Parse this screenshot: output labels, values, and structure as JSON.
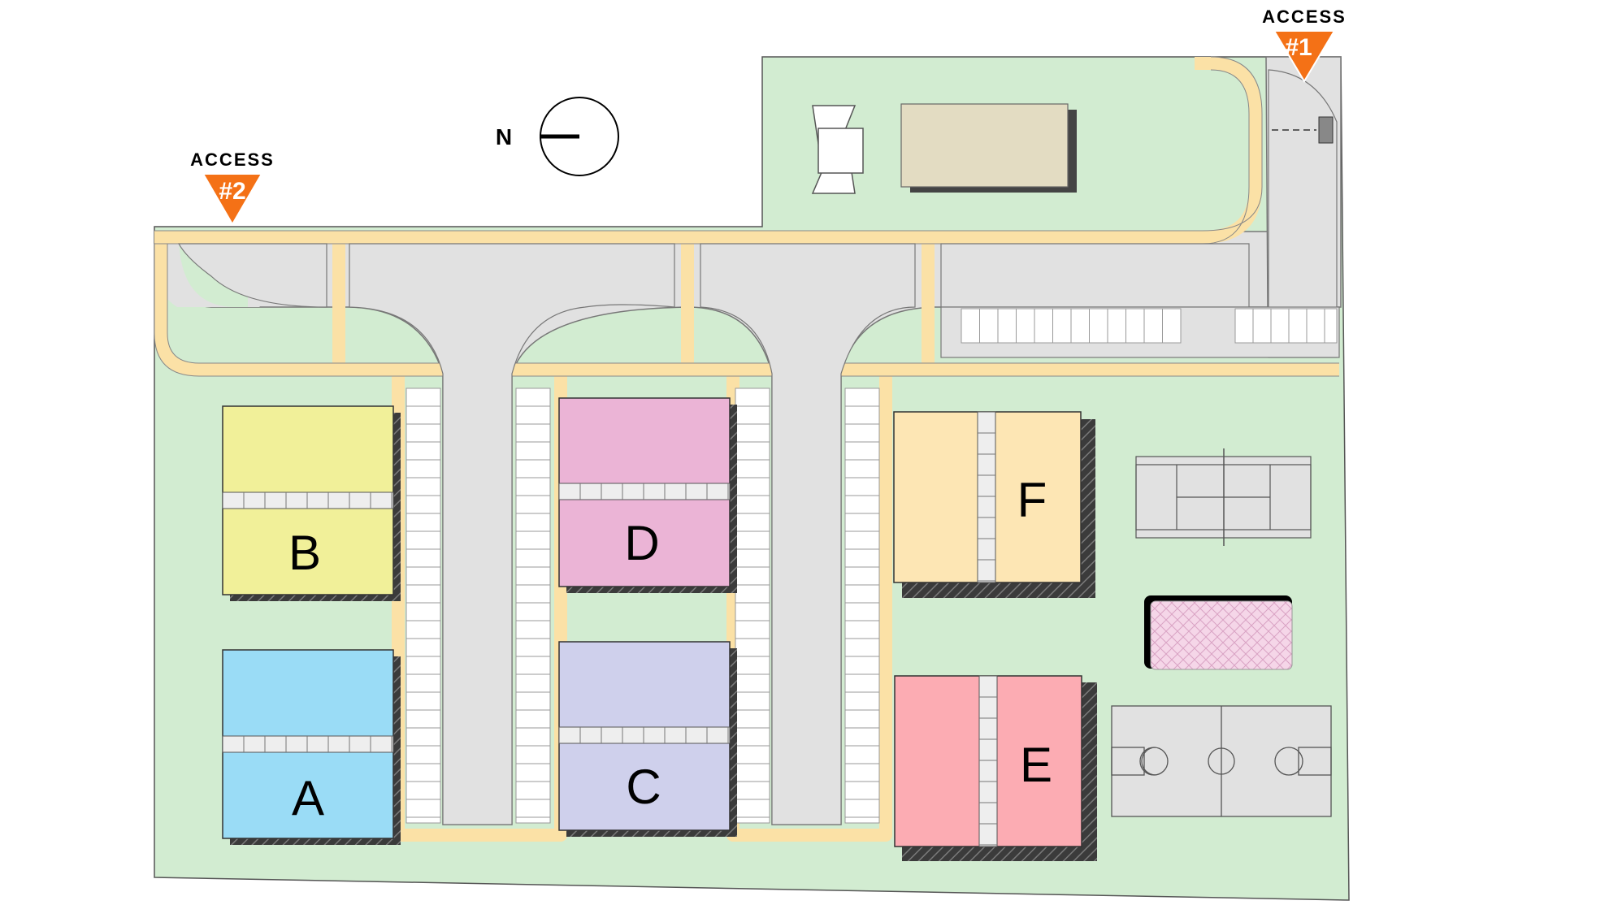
{
  "plan": {
    "north_label": "N",
    "access_1": {
      "word": "ACCESS",
      "number": "#1"
    },
    "access_2": {
      "word": "ACCESS",
      "number": "#2"
    },
    "buildings": {
      "A": {
        "label": "A",
        "color": "#9adcf6"
      },
      "B": {
        "label": "B",
        "color": "#f1f099"
      },
      "C": {
        "label": "C",
        "color": "#cfd0ec"
      },
      "D": {
        "label": "D",
        "color": "#ebb4d6"
      },
      "E": {
        "label": "E",
        "color": "#fcacb3"
      },
      "F": {
        "label": "F",
        "color": "#fde6b4"
      }
    }
  },
  "colors": {
    "lawn": "#d2ecd1",
    "pavement": "#e1e1e1",
    "sidewalk": "#fbe1a6",
    "accent_orange": "#f47116",
    "gatehouse": "#e3dcc2",
    "playground": "#f5d6e8"
  },
  "icons": {
    "north_arrow": "compass-icon",
    "access_marker": "triangle-down-marker"
  }
}
